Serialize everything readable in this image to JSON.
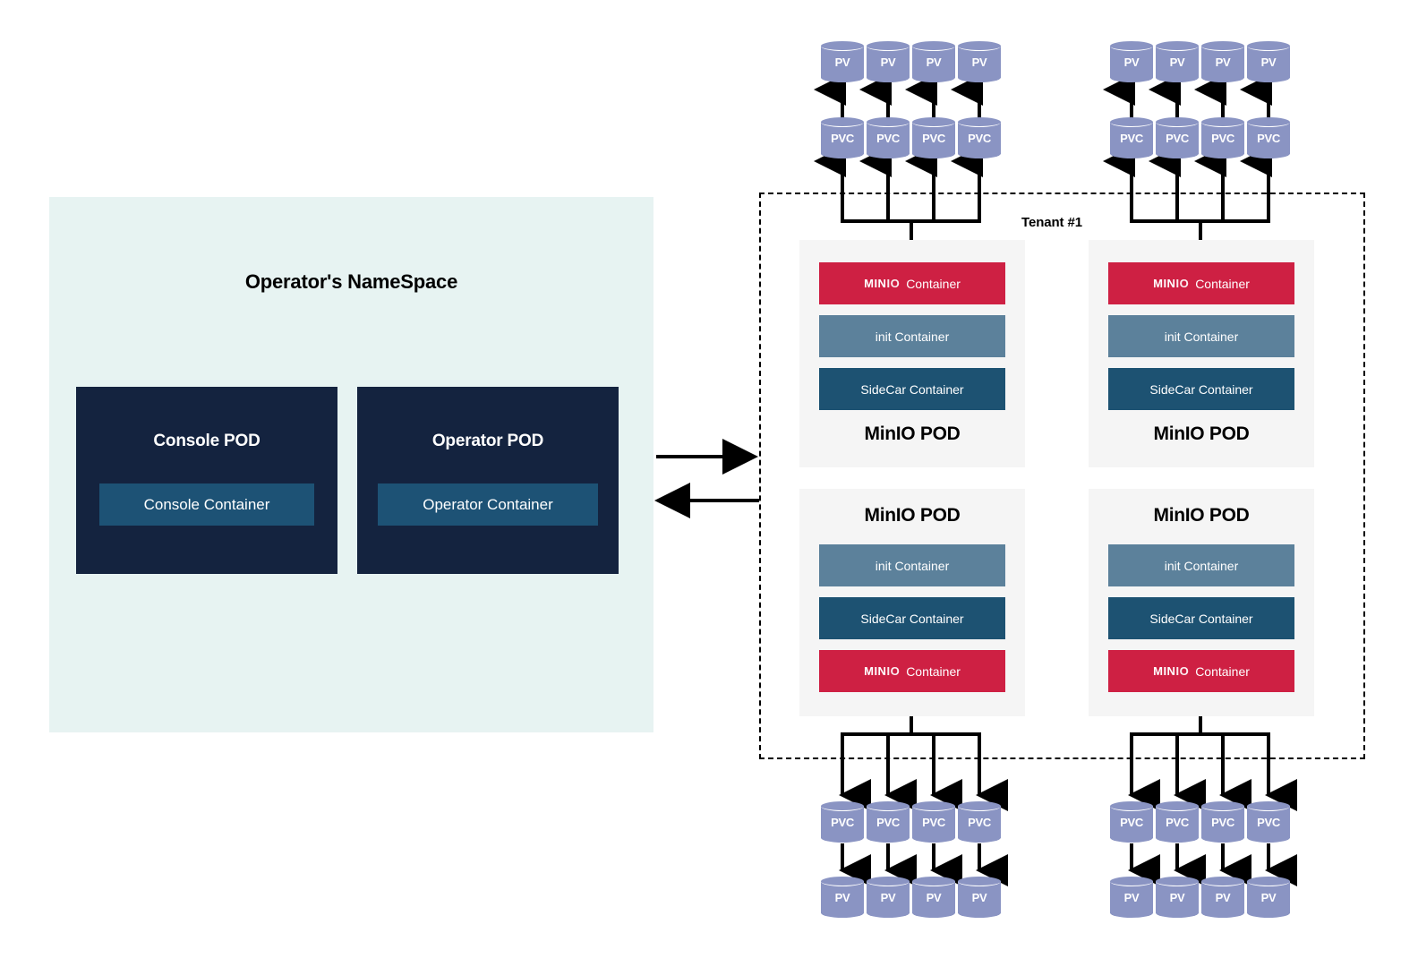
{
  "namespace": {
    "title": "Operator's NameSpace",
    "bg_color": "#e7f3f2",
    "pods": [
      {
        "title": "Console POD",
        "container": "Console Container"
      },
      {
        "title": "Operator POD",
        "container": "Operator Container"
      }
    ]
  },
  "tenant": {
    "label": "Tenant #1",
    "pods": [
      {
        "title": "MinIO POD",
        "order": "minio-first",
        "containers": [
          {
            "name": "MinIO Container",
            "logo": "MIN",
            "logo2": "IO",
            "text": "Container",
            "color": "#ce2043"
          },
          {
            "name": "init Container",
            "text": "init Container",
            "color": "#5c819b"
          },
          {
            "name": "SideCar Container",
            "text": "SideCar Container",
            "color": "#1d5272"
          }
        ]
      },
      {
        "title": "MinIO POD",
        "order": "minio-first",
        "containers": [
          {
            "name": "MinIO Container",
            "logo": "MIN",
            "logo2": "IO",
            "text": "Container",
            "color": "#ce2043"
          },
          {
            "name": "init Container",
            "text": "init Container",
            "color": "#5c819b"
          },
          {
            "name": "SideCar Container",
            "text": "SideCar Container",
            "color": "#1d5272"
          }
        ]
      },
      {
        "title": "MinIO POD",
        "order": "label-first",
        "containers": [
          {
            "name": "init Container",
            "text": "init Container",
            "color": "#5c819b"
          },
          {
            "name": "SideCar Container",
            "text": "SideCar Container",
            "color": "#1d5272"
          },
          {
            "name": "MinIO Container",
            "logo": "MIN",
            "logo2": "IO",
            "text": "Container",
            "color": "#ce2043"
          }
        ]
      },
      {
        "title": "MinIO POD",
        "order": "label-first",
        "containers": [
          {
            "name": "init Container",
            "text": "init Container",
            "color": "#5c819b"
          },
          {
            "name": "SideCar Container",
            "text": "SideCar Container",
            "color": "#1d5272"
          },
          {
            "name": "MinIO Container",
            "logo": "MIN",
            "logo2": "IO",
            "text": "Container",
            "color": "#ce2043"
          }
        ]
      }
    ]
  },
  "storage": {
    "pv_label": "PV",
    "pvc_label": "PVC",
    "cylinder_color": "#8a94c3",
    "top_left_group": {
      "pv": [
        "PV",
        "PV",
        "PV",
        "PV"
      ],
      "pvc": [
        "PVC",
        "PVC",
        "PVC",
        "PVC"
      ]
    },
    "top_right_group": {
      "pv": [
        "PV",
        "PV",
        "PV",
        "PV"
      ],
      "pvc": [
        "PVC",
        "PVC",
        "PVC",
        "PVC"
      ]
    },
    "bottom_left_group": {
      "pvc": [
        "PVC",
        "PVC",
        "PVC",
        "PVC"
      ],
      "pv": [
        "PV",
        "PV",
        "PV",
        "PV"
      ]
    },
    "bottom_right_group": {
      "pvc": [
        "PVC",
        "PVC",
        "PVC",
        "PVC"
      ],
      "pv": [
        "PV",
        "PV",
        "PV",
        "PV"
      ]
    }
  },
  "colors": {
    "pod_dark": "#14233f",
    "pod_container": "#1d5275",
    "minio_red": "#ce2043",
    "init_blue": "#5c819b",
    "sidecar_blue": "#1d5272",
    "pod_card_bg": "#f5f5f5",
    "namespace_bg": "#e7f3f2",
    "cylinder": "#8a94c3",
    "line": "#000000"
  }
}
